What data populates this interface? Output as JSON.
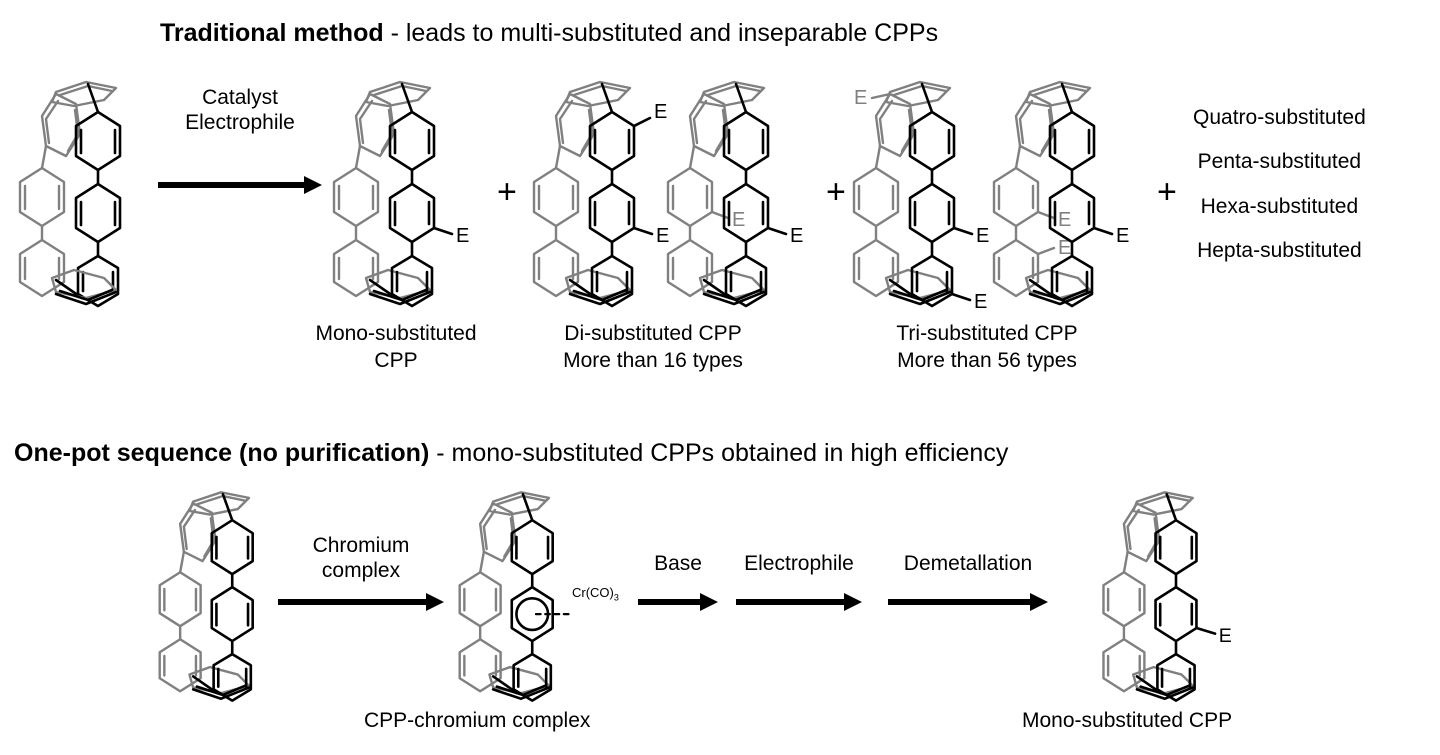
{
  "sections": [
    {
      "id": "traditional",
      "heading_bold": "Traditional method",
      "heading_rest": " - leads to multi-substituted and inseparable CPPs",
      "arrow_labels": [
        "Catalyst",
        "Electrophile"
      ],
      "plus_symbol": "+",
      "substituent_label": "E",
      "products": [
        {
          "caption_line1": "Mono-substituted",
          "caption_line2": "CPP"
        },
        {
          "caption_line1": "Di-substituted CPP",
          "caption_line2": "More than 16 types"
        },
        {
          "caption_line1": "Tri-substituted CPP",
          "caption_line2": "More than 56 types"
        }
      ],
      "further_products": [
        "Quatro-substituted",
        "Penta-substituted",
        "Hexa-substituted",
        "Hepta-substituted"
      ]
    },
    {
      "id": "onepot",
      "heading_bold": "One-pot sequence (no purification)",
      "heading_rest": " - mono-substituted CPPs obtained in high efficiency",
      "arrows": [
        {
          "line1": "Chromium",
          "line2": "complex"
        },
        {
          "line1": "Base",
          "line2": ""
        },
        {
          "line1": "Electrophile",
          "line2": ""
        },
        {
          "line1": "Demetallation",
          "line2": ""
        }
      ],
      "chromium_ligand": "Cr(CO)",
      "chromium_ligand_sub": "3",
      "substituent_label": "E",
      "captions": [
        {
          "text": "CPP-chromium complex"
        },
        {
          "text": "Mono-substituted CPP"
        }
      ]
    }
  ],
  "colors": {
    "front_ring": "#000000",
    "back_ring": "#808080",
    "background": "#ffffff",
    "text": "#000000"
  }
}
